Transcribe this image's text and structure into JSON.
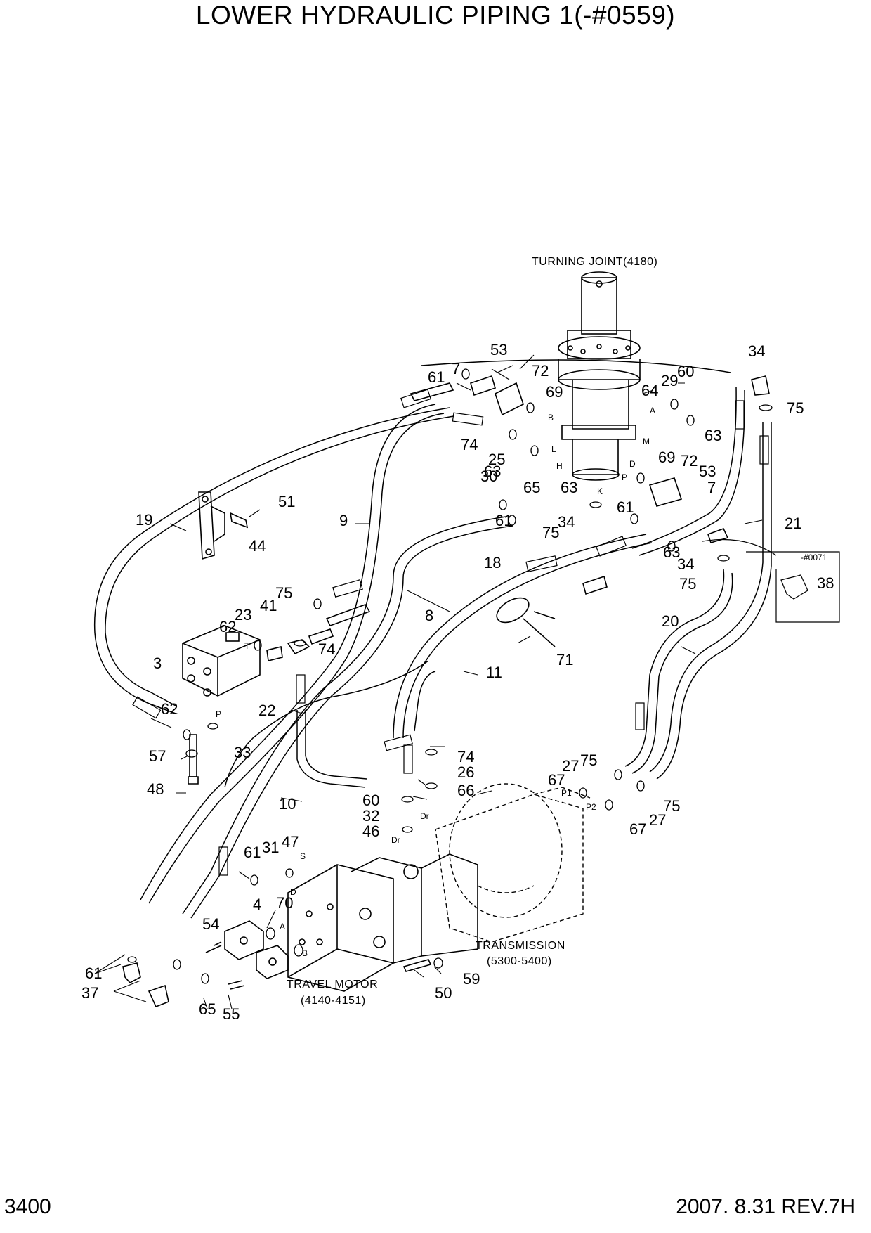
{
  "title": "LOWER HYDRAULIC PIPING 1(-#0559)",
  "footer": {
    "page": "3400",
    "revision": "2007. 8.31  REV.7H"
  },
  "captions": {
    "turning_joint": "TURNING JOINT(4180)",
    "transmission_1": "TRANSMISSION",
    "transmission_2": "(5300-5400)",
    "travel_motor_1": "TRAVEL MOTOR",
    "travel_motor_2": "(4140-4151)",
    "serial_note": "-#0071"
  },
  "port_letters": [
    "A",
    "B",
    "M",
    "D",
    "H",
    "K",
    "L",
    "P",
    "T",
    "P",
    "P1",
    "P2",
    "Dr",
    "Dr",
    "S",
    "A",
    "B",
    "D"
  ],
  "part_callouts": [
    "53",
    "7",
    "72",
    "61",
    "69",
    "34",
    "29",
    "60",
    "75",
    "64",
    "63",
    "74",
    "25",
    "63",
    "69",
    "72",
    "53",
    "30",
    "65",
    "63",
    "7",
    "61",
    "61",
    "75",
    "34",
    "63",
    "34",
    "75",
    "38",
    "21",
    "19",
    "51",
    "44",
    "9",
    "18",
    "75",
    "41",
    "23",
    "62",
    "3",
    "74",
    "62",
    "57",
    "33",
    "48",
    "22",
    "8",
    "71",
    "11",
    "20",
    "10",
    "74",
    "26",
    "66",
    "27",
    "75",
    "67",
    "60",
    "32",
    "46",
    "61",
    "31",
    "47",
    "70",
    "4",
    "54",
    "61",
    "37",
    "65",
    "55",
    "75",
    "27",
    "67",
    "50",
    "59"
  ]
}
